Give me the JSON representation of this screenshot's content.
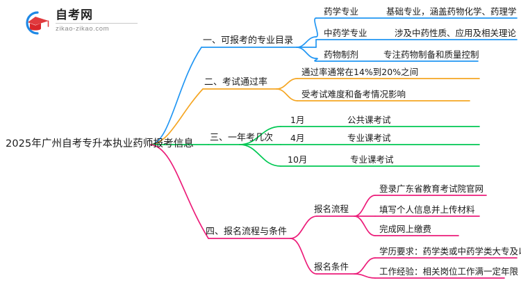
{
  "logo": {
    "name_cn": "自考网",
    "domain": "zikao-zikao.com",
    "mark_icon": "graduation-cap-icon",
    "arc_color": "#1E88E5",
    "cap_color": "#E03A3E"
  },
  "mindmap": {
    "root": {
      "label": "2025年广州自考专升本执业药师报考信息"
    },
    "branches": [
      {
        "index": "1",
        "label": "一、可报考的专业目录",
        "color": "#2196F3",
        "children": [
          {
            "label": "药学专业",
            "detail": "基础专业，涵盖药物化学、药理学"
          },
          {
            "label": "中药学专业",
            "detail": "涉及中药性质、应用及相关理论"
          },
          {
            "label": "药物制剂",
            "detail": "专注药物制备和质量控制"
          }
        ]
      },
      {
        "index": "2",
        "label": "二、考试通过率",
        "color": "#F5A623",
        "children": [
          {
            "label": "通过率通常在14%到20%之间",
            "detail": ""
          },
          {
            "label": "受考试难度和备考情况影响",
            "detail": ""
          }
        ]
      },
      {
        "index": "3",
        "label": "三、一年考几次",
        "color": "#00C853",
        "children": [
          {
            "label": "1月",
            "detail": "公共课考试"
          },
          {
            "label": "4月",
            "detail": "专业课考试"
          },
          {
            "label": "10月",
            "detail": "专业课考试"
          }
        ]
      },
      {
        "index": "4",
        "label": "四、报名流程与条件",
        "color": "#EC1C79",
        "groups": [
          {
            "label": "报名流程",
            "items": [
              {
                "label": "登录广东省教育考试院官网"
              },
              {
                "label": "填写个人信息并上传材料"
              },
              {
                "label": "完成网上缴费"
              }
            ]
          },
          {
            "label": "报名条件",
            "items": [
              {
                "label": "学历要求：药学类或中药学类大专及以上"
              },
              {
                "label": "工作经验：相关岗位工作满一定年限"
              }
            ]
          }
        ]
      }
    ]
  }
}
